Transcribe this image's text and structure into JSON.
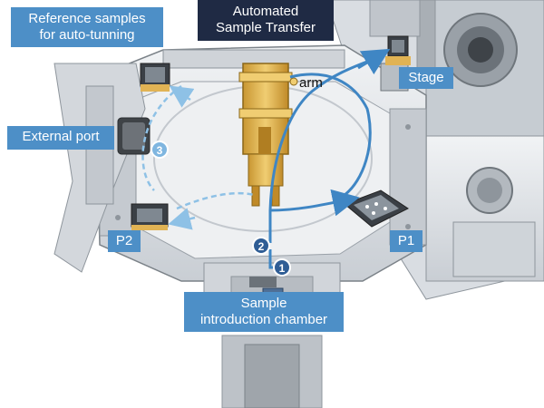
{
  "title": {
    "line1": "Automated",
    "line2": "Sample Transfer"
  },
  "labels": {
    "reference": [
      "Reference samples",
      "for auto-tunning"
    ],
    "external_port": "External port",
    "stage": "Stage",
    "arm": "arm",
    "p1": "P1",
    "p2": "P2",
    "chamber": [
      "Sample",
      "introduction chamber"
    ]
  },
  "steps": [
    "1",
    "2",
    "3"
  ],
  "colors": {
    "accent_blue": "#4d8fc7",
    "title_navy": "#1f2a44",
    "path_blue": "#3f86c4",
    "path_dashed": "#8ec1e6",
    "arm_gold": "#e2b24e",
    "machine_gray": "#dfe2e6"
  }
}
